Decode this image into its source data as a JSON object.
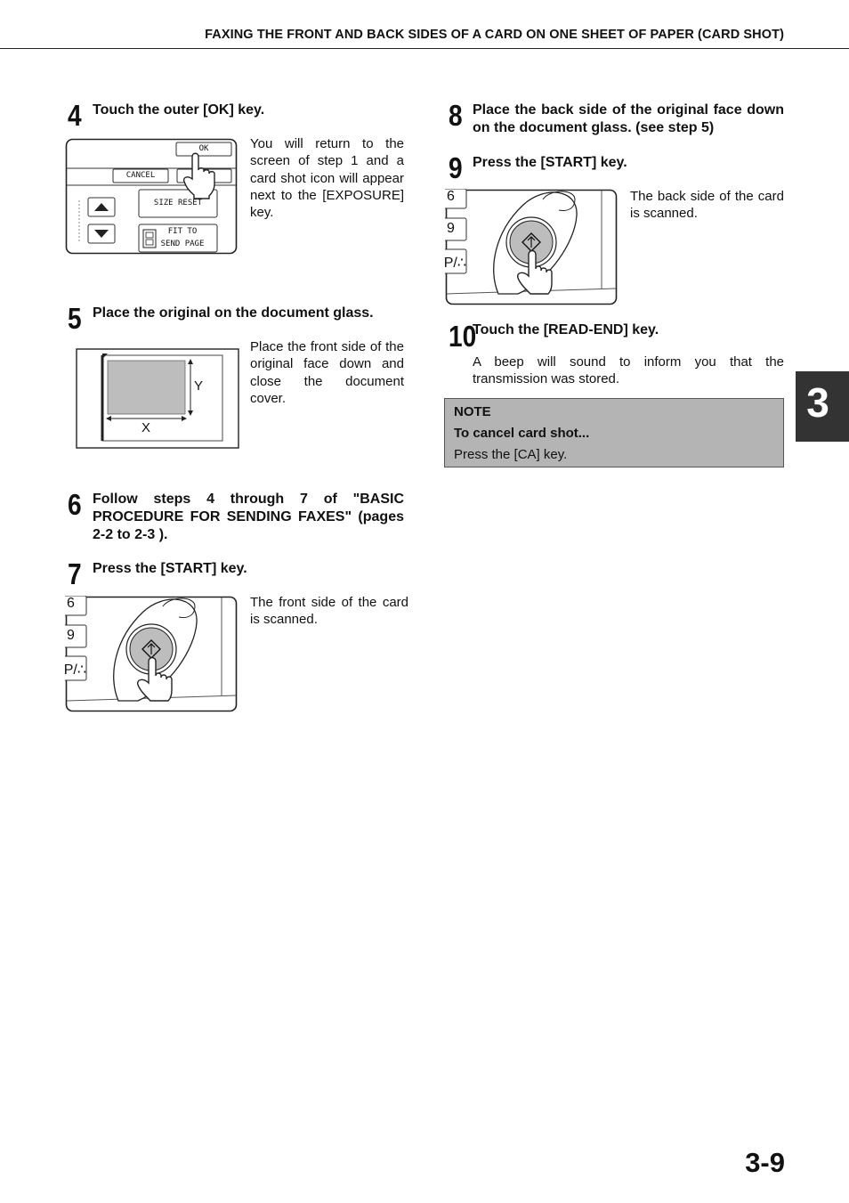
{
  "header": {
    "title": "FAXING THE FRONT AND BACK SIDES OF A CARD ON ONE SHEET OF PAPER (CARD SHOT)"
  },
  "steps": {
    "s4": {
      "number": "4",
      "heading": "Touch the outer [OK] key.",
      "text": "You will return to the screen of step 1 and a card shot icon will appear next to the [EXPOSURE] key."
    },
    "s5": {
      "number": "5",
      "heading": "Place the original on the document glass.",
      "text": "Place the front side of the original face down and close the document cover."
    },
    "s6": {
      "number": "6",
      "heading": "Follow steps 4 through 7 of \"BASIC PROCEDURE FOR SENDING FAXES\" (pages 2-2 to 2-3 )."
    },
    "s7": {
      "number": "7",
      "heading": "Press the [START] key.",
      "text": "The front side of the card is scanned."
    },
    "s8": {
      "number": "8",
      "heading": "Place the back side of the original face down on the document glass. (see step 5)"
    },
    "s9": {
      "number": "9",
      "heading": "Press the [START] key.",
      "text": "The back side of the card is scanned."
    },
    "s10": {
      "number": "10",
      "heading": "Touch the [READ-END] key.",
      "text": "A beep will sound to inform you that the transmission was stored."
    }
  },
  "panel4": {
    "ok": "OK",
    "cancel": "CANCEL",
    "size_reset": "SIZE RESET",
    "fit_line1": "FIT TO",
    "fit_line2": "SEND PAGE"
  },
  "glass": {
    "y_label": "Y",
    "x_label": "X"
  },
  "keypad": {
    "k1": "6",
    "k2": "9",
    "k3": "∴/P"
  },
  "note": {
    "label": "NOTE",
    "subheading": "To cancel card shot...",
    "text": "Press the [CA] key."
  },
  "chapter_tab": "3",
  "page_number": "3-9"
}
